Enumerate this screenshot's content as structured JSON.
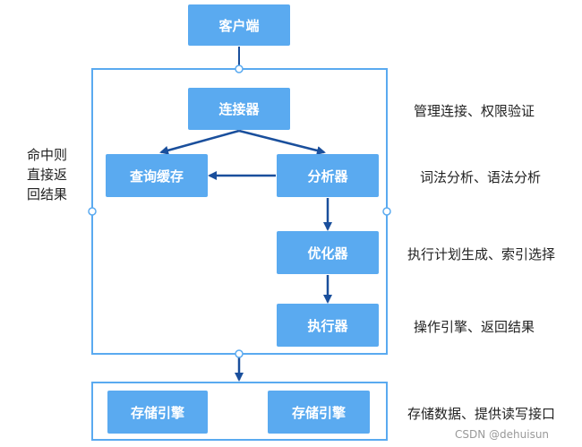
{
  "nodes": {
    "client": "客户端",
    "connector": "连接器",
    "query_cache": "查询缓存",
    "analyzer": "分析器",
    "optimizer": "优化器",
    "executor": "执行器",
    "storage_engine_1": "存储引擎",
    "storage_engine_2": "存储引擎"
  },
  "notes": {
    "connector": "管理连接、权限验证",
    "analyzer": "词法分析、语法分析",
    "optimizer": "执行计划生成、索引选择",
    "executor": "操作引擎、返回结果",
    "storage": "存储数据、提供读写接口"
  },
  "side_note_lines": [
    "命中则",
    "直接返",
    "回结果"
  ],
  "watermark": "CSDN @dehuisun",
  "colors": {
    "node_fill": "#5aaaf0",
    "frame_stroke": "#5aaaf0",
    "arrow": "#1a4f9c"
  }
}
